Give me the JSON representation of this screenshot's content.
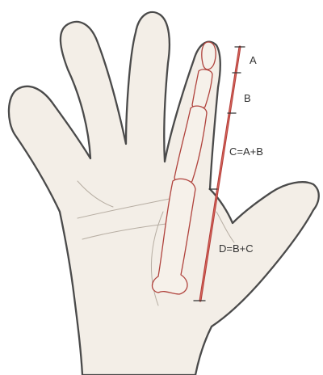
{
  "diagram": {
    "labels": {
      "a": "A",
      "b": "B",
      "c": "C=A+B",
      "d": "D=B+C"
    },
    "colors": {
      "skin": "#f3eee7",
      "outline": "#4a4a4a",
      "bone_outline": "#b0433d",
      "ruler": "#b23b37"
    }
  }
}
